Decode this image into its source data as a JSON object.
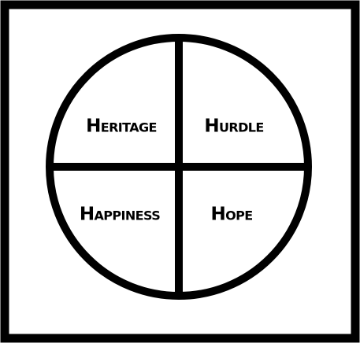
{
  "quadrants": {
    "top_left": "Heritage",
    "top_right": "Hurdle",
    "bottom_left": "Happiness",
    "bottom_right": "Hope"
  },
  "colors": {
    "stroke": "#000000",
    "background": "#ffffff"
  }
}
